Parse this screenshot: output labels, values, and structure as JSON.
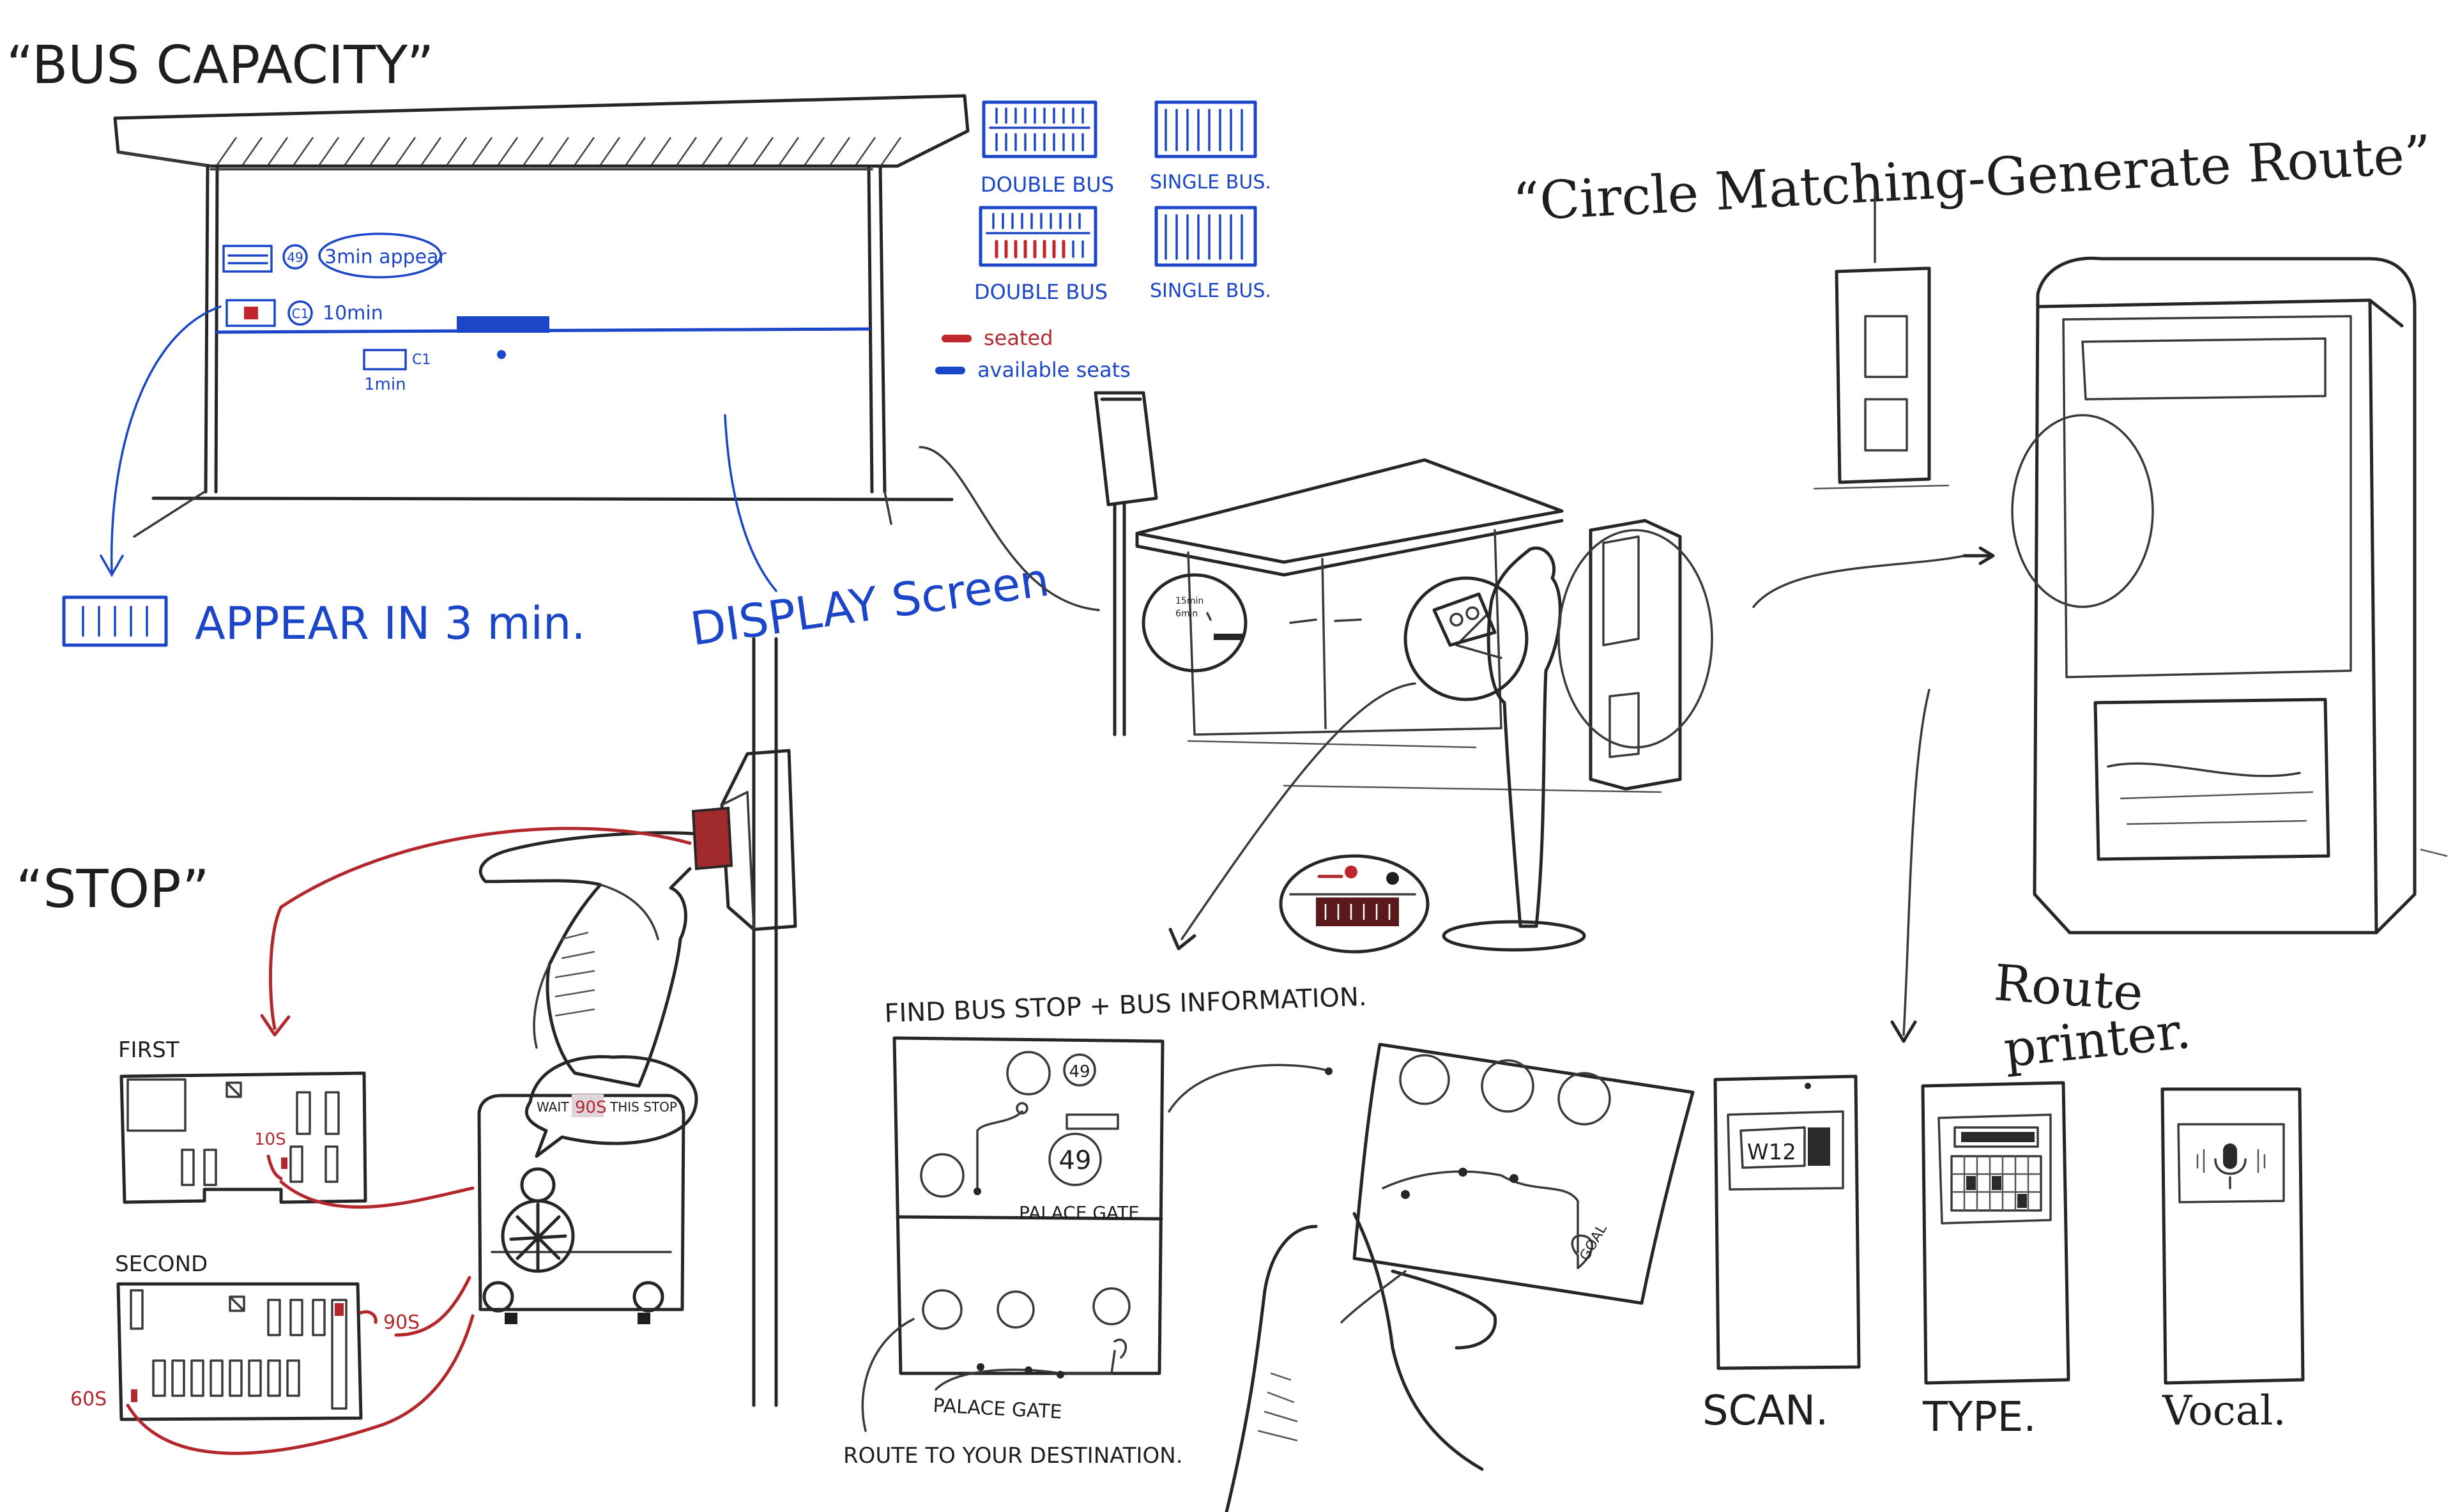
{
  "sections": {
    "bus_capacity": {
      "title": "“BUS CAPACITY”"
    },
    "circle_matching": {
      "title": "“Circle Matching-Generate Route”"
    },
    "stop": {
      "title": "“STOP”"
    }
  },
  "shelter_display": {
    "row1_route": "49",
    "row1_note": "3min appear",
    "row2_route": "C1",
    "row2_note": "10min",
    "row3_route": "C1",
    "row3_note": "1min"
  },
  "legend": {
    "double_bus_1": "DOUBLE BUS",
    "single_bus_1": "SINGLE BUS.",
    "double_bus_2": "DOUBLE BUS",
    "single_bus_2": "SINGLE BUS.",
    "seated": "seated",
    "available": "available seats",
    "seated_color": "#c0262b",
    "available_color": "#1c46c8"
  },
  "callouts": {
    "appear": "APPEAR IN 3 min.",
    "display_screen": "DISPLAY Screen"
  },
  "stop_panel": {
    "first_label": "FIRST",
    "second_label": "SECOND",
    "timer_first": "10S",
    "timer_second": "90S",
    "timer_third": "60S",
    "bubble_prefix": "WAIT",
    "bubble_time": "90S",
    "bubble_suffix": "THIS STOP"
  },
  "find_panel": {
    "title": "FIND BUS STOP + BUS INFORMATION.",
    "route_badge": "49",
    "stop_name_1": "PALACE GATE",
    "stop_name_2": "PALACE GATE",
    "caption": "ROUTE TO YOUR DESTINATION.",
    "goal_label": "GOAL"
  },
  "route_printer": {
    "title_line1": "Route",
    "title_line2": "printer.",
    "scan_label": "SCAN.",
    "type_label": "TYPE.",
    "vocal_label": "Vocal.",
    "scan_screen_text": "W12"
  },
  "palette": {
    "ink": "#262626",
    "blue": "#1c46c8",
    "red": "#b3282c"
  },
  "icons": [
    "microphone-icon",
    "keyboard-icon",
    "qr-scan-icon",
    "location-pin-icon",
    "hand-icon",
    "person-icon"
  ]
}
